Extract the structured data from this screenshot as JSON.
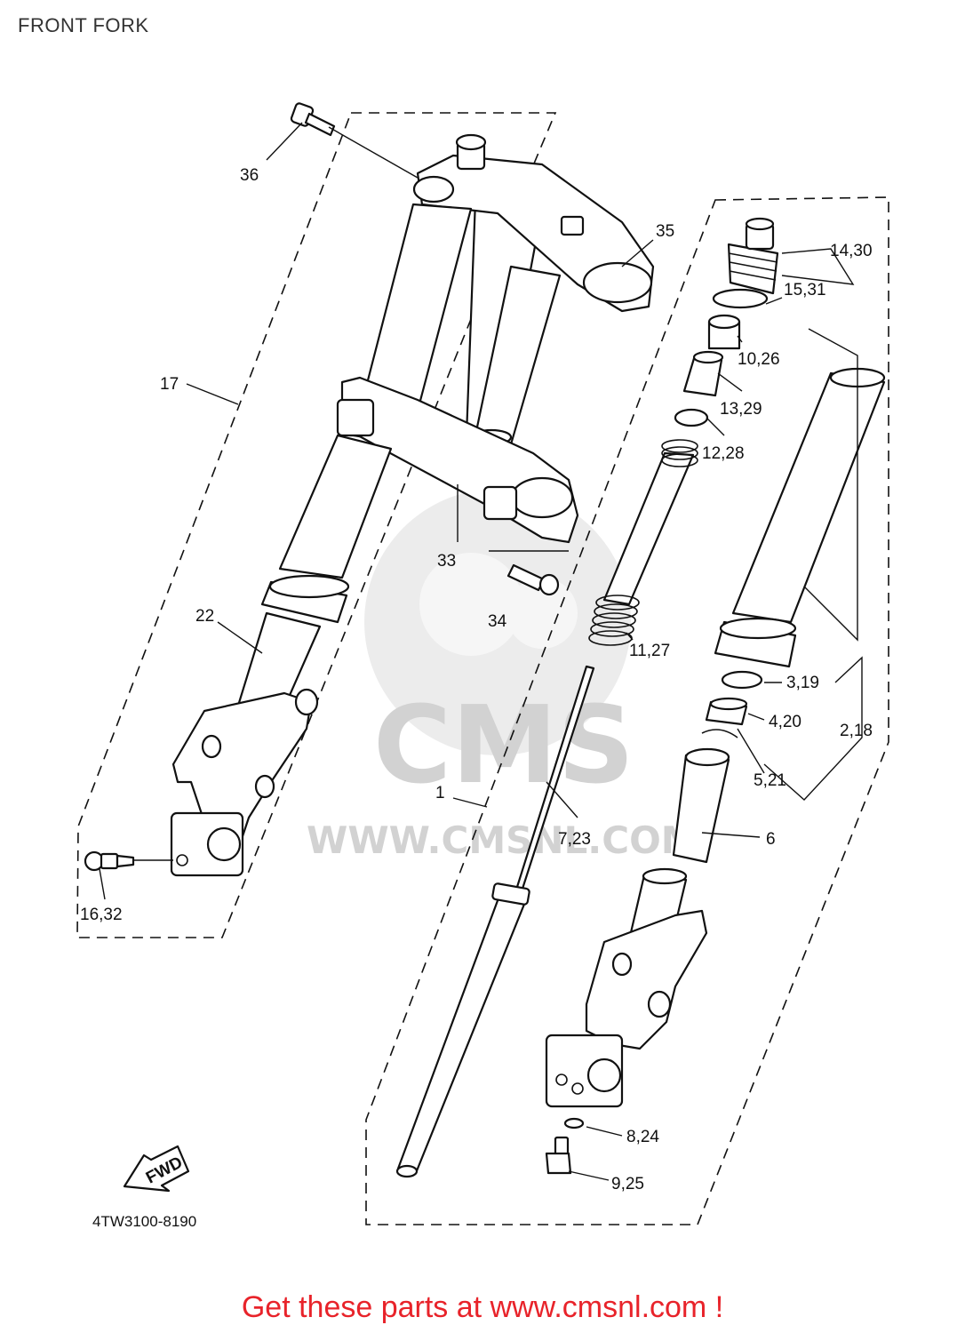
{
  "title": "FRONT FORK",
  "diagram_code": "4TW3100-8190",
  "fwd_badge": "FWD",
  "watermark": {
    "brand": "CMS",
    "url": "WWW.CMSNL.COM"
  },
  "cta": "Get these parts at www.cmsnl.com !",
  "callouts": [
    {
      "id": "c36",
      "text": "36"
    },
    {
      "id": "c35",
      "text": "35"
    },
    {
      "id": "c17",
      "text": "17"
    },
    {
      "id": "c33",
      "text": "33"
    },
    {
      "id": "c34",
      "text": "34"
    },
    {
      "id": "c22",
      "text": "22"
    },
    {
      "id": "c1",
      "text": "1"
    },
    {
      "id": "c16",
      "text": "16,32"
    },
    {
      "id": "c14",
      "text": "14,30"
    },
    {
      "id": "c15",
      "text": "15,31"
    },
    {
      "id": "c10",
      "text": "10,26"
    },
    {
      "id": "c13",
      "text": "13,29"
    },
    {
      "id": "c12",
      "text": "12,28"
    },
    {
      "id": "c11",
      "text": "11,27"
    },
    {
      "id": "c3",
      "text": "3,19"
    },
    {
      "id": "c4",
      "text": "4,20"
    },
    {
      "id": "c2",
      "text": "2,18"
    },
    {
      "id": "c5",
      "text": "5,21"
    },
    {
      "id": "c7",
      "text": "7,23"
    },
    {
      "id": "c6",
      "text": "6"
    },
    {
      "id": "c8",
      "text": "8,24"
    },
    {
      "id": "c9",
      "text": "9,25"
    }
  ]
}
